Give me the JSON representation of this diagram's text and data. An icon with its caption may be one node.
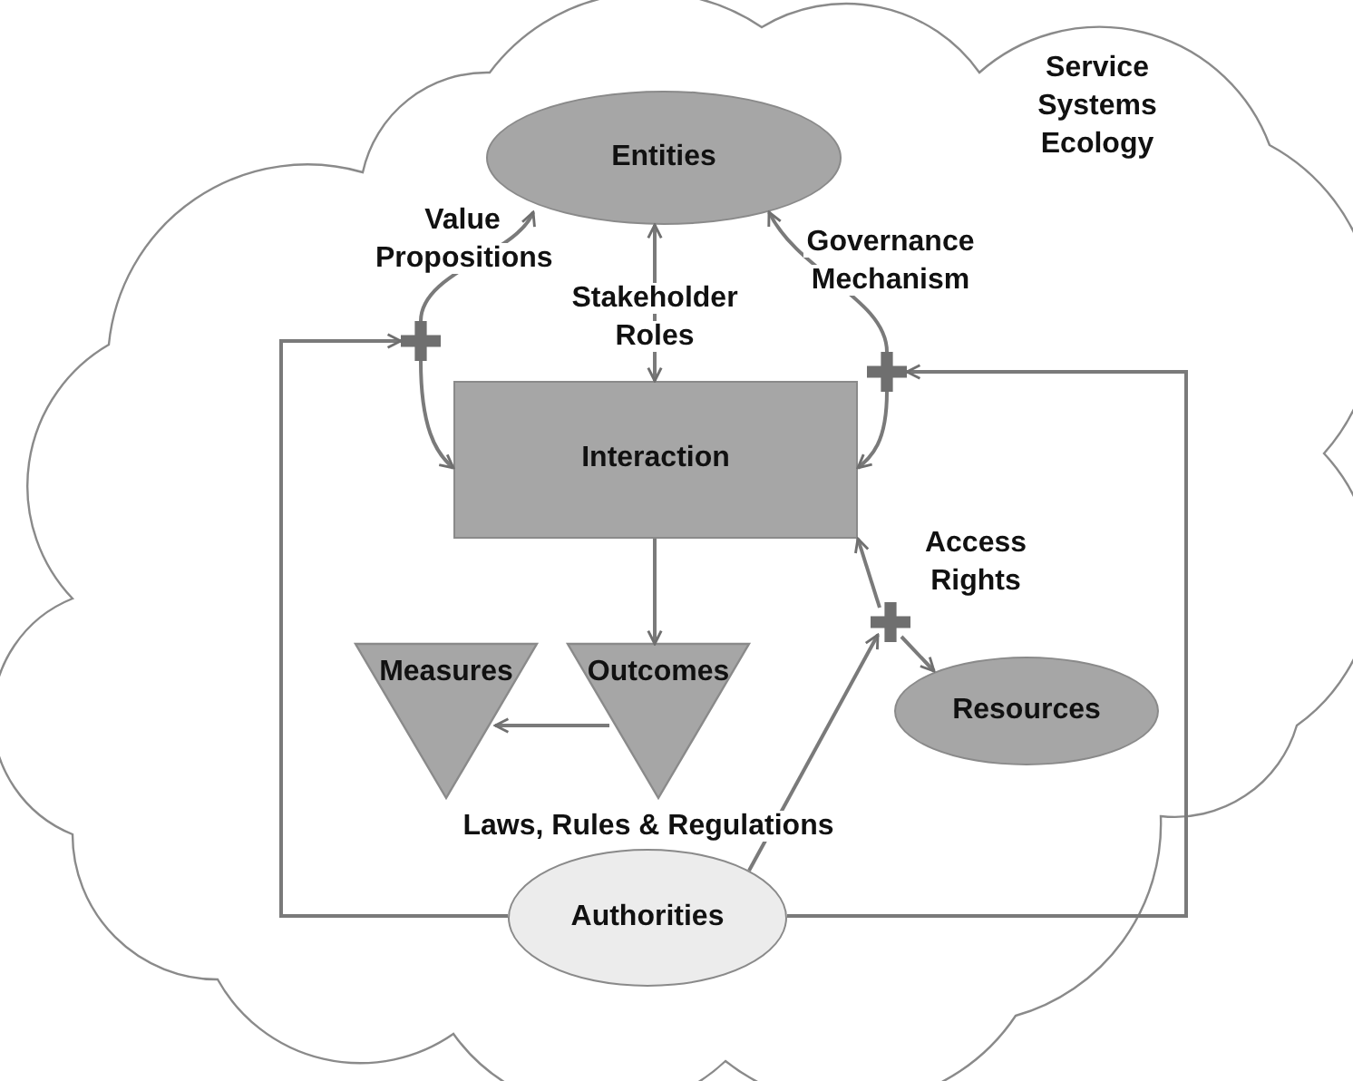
{
  "diagram": {
    "nodes": [
      {
        "text": [
          "Service Systems Ecology"
        ]
      },
      {
        "text": [
          "Entities"
        ],
        "in": 0
      },
      {
        "text": [
          "Interaction"
        ],
        "in": 0
      },
      {
        "text": [
          "Measures"
        ],
        "in": 0
      },
      {
        "text": [
          "Outcomes"
        ],
        "in": 0
      },
      {
        "text": [
          "Resources"
        ],
        "in": 0
      },
      {
        "text": [
          "Authorities"
        ],
        "in": 0
      },
      {
        "text": [],
        "shape": "cross",
        "in": 0
      },
      {
        "text": [],
        "shape": "cross",
        "in": 0
      },
      {
        "text": [],
        "shape": "cross",
        "in": 0
      }
    ],
    "edges": [
      {
        "from": 7,
        "to": 1,
        "arrow": "to",
        "label": "Value Propositions"
      },
      {
        "from": 7,
        "to": 2,
        "arrow": "to"
      },
      {
        "from": 1,
        "to": 2,
        "arrow": "both",
        "label": "Stakeholder Roles"
      },
      {
        "from": 8,
        "to": 1,
        "arrow": "to",
        "label": "Governance Mechanism"
      },
      {
        "from": 8,
        "to": 2,
        "arrow": "to"
      },
      {
        "from": 2,
        "to": 4,
        "arrow": "to"
      },
      {
        "from": 4,
        "to": 3,
        "arrow": "to"
      },
      {
        "from": 9,
        "to": 2,
        "arrow": "to",
        "label": "Access Rights"
      },
      {
        "from": 9,
        "to": 5,
        "arrow": "to"
      },
      {
        "from": 6,
        "to": 9,
        "arrow": "to"
      },
      {
        "from": 6,
        "to": 7,
        "arrow": "to"
      },
      {
        "from": 6,
        "to": 8,
        "arrow": "to"
      }
    ],
    "labels": [
      "Laws, Rules & Regulations"
    ]
  }
}
